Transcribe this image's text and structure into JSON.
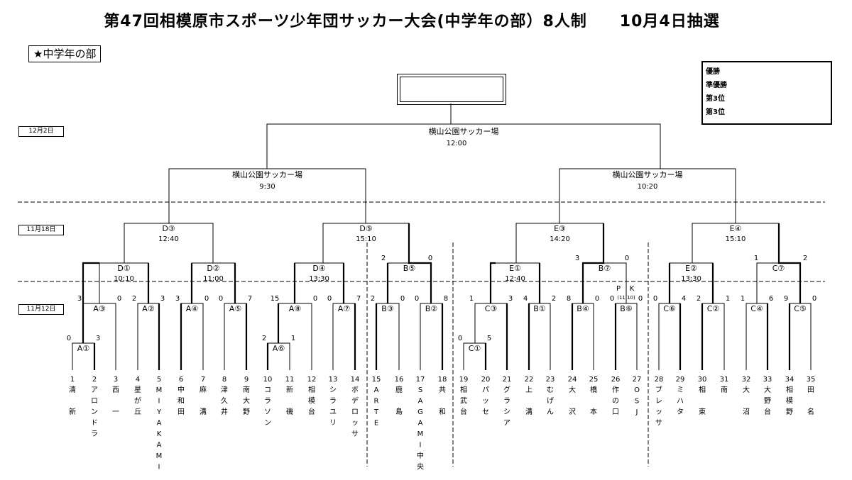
{
  "header": {
    "title": "第47回相模原市スポーツ少年団サッカー大会(中学年の部）8人制　　10月4日抽選",
    "section_label": "★中学年の部"
  },
  "dates": {
    "d1": "12月2日",
    "d2": "11月18日",
    "d3": "11月12日"
  },
  "results": {
    "winner": "優勝",
    "runner_up": "準優勝",
    "third_a": "第3位",
    "third_b": "第3位"
  },
  "final": {
    "venue": "横山公園サッカー場",
    "time": "12:00"
  },
  "semis": [
    {
      "venue": "横山公園サッカー場",
      "time": "9:30"
    },
    {
      "venue": "横山公園サッカー場",
      "time": "10:20"
    }
  ],
  "quarters": [
    {
      "label": "D③",
      "time": "12:40"
    },
    {
      "label": "D⑤",
      "time": "15:10"
    },
    {
      "label": "E③",
      "time": "14:20"
    },
    {
      "label": "E④",
      "time": "15:10"
    }
  ],
  "round16": [
    {
      "label": "D①",
      "time": "10:10"
    },
    {
      "label": "D②",
      "time": "11:00"
    },
    {
      "label": "D④",
      "time": "13:30"
    },
    {
      "label": "B⑤",
      "time": ""
    },
    {
      "label": "E①",
      "time": "12:40"
    },
    {
      "label": "B⑦",
      "time": ""
    },
    {
      "label": "E②",
      "time": "13:30"
    },
    {
      "label": "C⑦",
      "time": ""
    }
  ],
  "first_round_labels": [
    "A③",
    "A②",
    "A④",
    "A⑤",
    "A⑧",
    "A⑦",
    "B③",
    "B②",
    "C③",
    "B①",
    "B④",
    "B⑥",
    "C⑥",
    "C②",
    "C④",
    "C⑤"
  ],
  "prelim_labels": [
    "A①",
    "A⑥",
    "C①"
  ],
  "pk": {
    "label_p": "P",
    "label_k": "K",
    "score": "(11 10)"
  },
  "scores": {
    "prelim": [
      [
        "0",
        "3"
      ],
      [
        "2",
        "1"
      ],
      [
        "0",
        "5"
      ]
    ],
    "first_round": [
      [
        "3",
        "0"
      ],
      [
        "2",
        "3"
      ],
      [
        "3",
        "0"
      ],
      [
        "0",
        "7"
      ],
      [
        "15",
        "0"
      ],
      [
        "0",
        "7"
      ],
      [
        "2",
        "0"
      ],
      [
        "0",
        "8"
      ],
      [
        "1",
        "3"
      ],
      [
        "4",
        "2"
      ],
      [
        "8",
        "0"
      ],
      [
        "0",
        "0"
      ],
      [
        "0",
        "4"
      ],
      [
        "2",
        "1"
      ],
      [
        "1",
        "6"
      ],
      [
        "9",
        "0"
      ]
    ],
    "round16": [
      [
        "2",
        "0"
      ],
      [
        "3",
        "0"
      ],
      [
        "1",
        "2"
      ]
    ]
  },
  "teams": [
    {
      "num": "1",
      "name": "清　新"
    },
    {
      "num": "2",
      "name": "アロンドラ"
    },
    {
      "num": "3",
      "name": "西　一"
    },
    {
      "num": "4",
      "name": "星が丘"
    },
    {
      "num": "5",
      "name": "MIYAKAMI"
    },
    {
      "num": "6",
      "name": "中和田"
    },
    {
      "num": "7",
      "name": "麻　溝"
    },
    {
      "num": "8",
      "name": "津久井"
    },
    {
      "num": "9",
      "name": "南大野"
    },
    {
      "num": "10",
      "name": "コラソン"
    },
    {
      "num": "11",
      "name": "新　磯"
    },
    {
      "num": "12",
      "name": "相模台"
    },
    {
      "num": "13",
      "name": "シラユリ"
    },
    {
      "num": "14",
      "name": "ボデロッサ"
    },
    {
      "num": "15",
      "name": "ARTE"
    },
    {
      "num": "16",
      "name": "鹿　島"
    },
    {
      "num": "17",
      "name": "SAGAMI中央"
    },
    {
      "num": "18",
      "name": "共　和"
    },
    {
      "num": "19",
      "name": "相武台"
    },
    {
      "num": "20",
      "name": "パッセ"
    },
    {
      "num": "21",
      "name": "グラシア"
    },
    {
      "num": "22",
      "name": "上　溝"
    },
    {
      "num": "23",
      "name": "むげん"
    },
    {
      "num": "24",
      "name": "大　沢"
    },
    {
      "num": "25",
      "name": "橋　本"
    },
    {
      "num": "26",
      "name": "作の口"
    },
    {
      "num": "27",
      "name": "OSJ"
    },
    {
      "num": "28",
      "name": "ブレッサ"
    },
    {
      "num": "29",
      "name": "ミハタ"
    },
    {
      "num": "30",
      "name": "相　東"
    },
    {
      "num": "31",
      "name": "南"
    },
    {
      "num": "32",
      "name": "大　沼"
    },
    {
      "num": "33",
      "name": "大野台"
    },
    {
      "num": "34",
      "name": "相模野"
    },
    {
      "num": "35",
      "name": "田　名"
    }
  ]
}
